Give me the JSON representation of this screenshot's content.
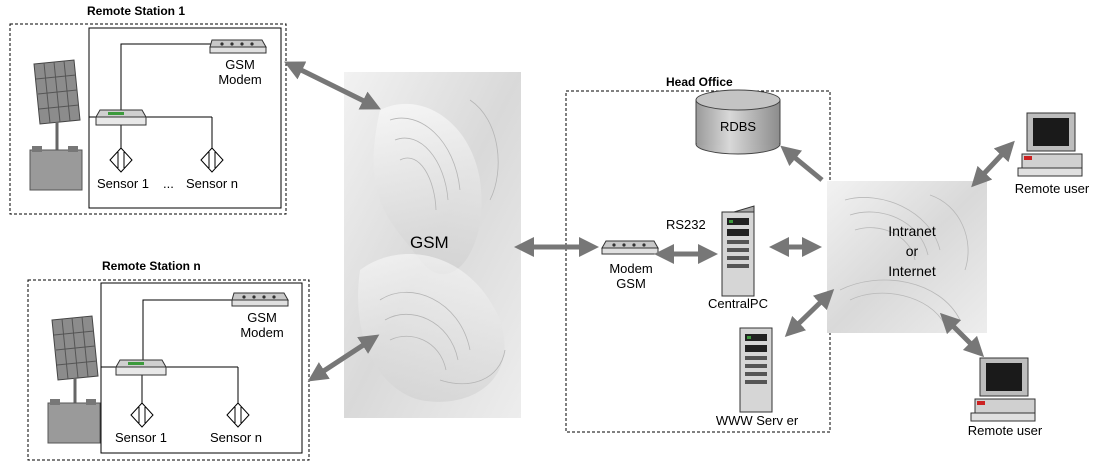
{
  "stations": {
    "s1": {
      "title": "Remote Station 1",
      "modem_line1": "GSM",
      "modem_line2": "Modem",
      "sensor_1": "Sensor 1",
      "ellipsis": "...",
      "sensor_n": "Sensor n"
    },
    "sn": {
      "title": "Remote Station n",
      "modem_line1": "GSM",
      "modem_line2": "Modem",
      "sensor_1": "Sensor 1",
      "sensor_n": "Sensor n"
    }
  },
  "cloud_gsm": {
    "label": "GSM"
  },
  "head_office": {
    "title": "Head Office",
    "rs232": "RS232",
    "modem_line1": "Modem",
    "modem_line2": "GSM",
    "central_pc": "CentralPC",
    "www_server": "WWW Serv er",
    "rdbs": "RDBS"
  },
  "cloud_net": {
    "line1": "Intranet",
    "line2": "or",
    "line3": "Internet"
  },
  "remote_user_top": "Remote user",
  "remote_user_bottom": "Remote user"
}
